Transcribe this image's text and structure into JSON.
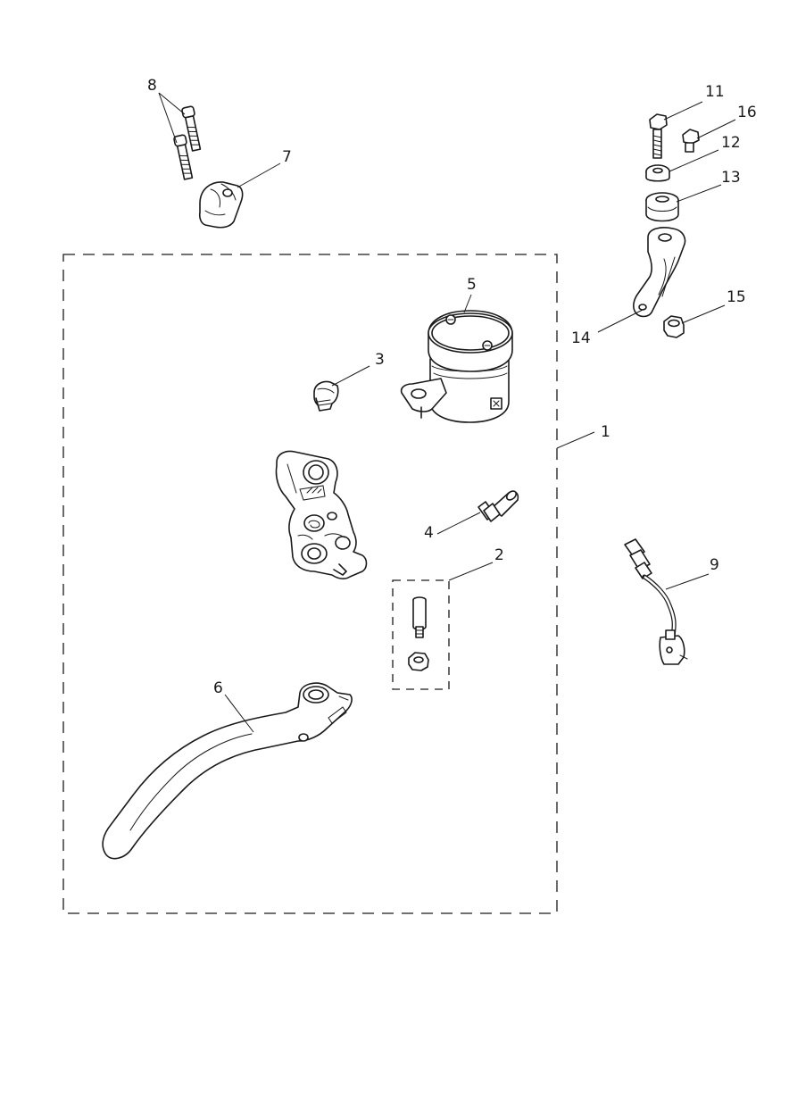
{
  "callouts": {
    "c1": "1",
    "c2": "2",
    "c3": "3",
    "c4": "4",
    "c5": "5",
    "c6": "6",
    "c7": "7",
    "c8": "8",
    "c9": "9",
    "c11": "11",
    "c12": "12",
    "c13": "13",
    "c14": "14",
    "c15": "15",
    "c16": "16"
  }
}
